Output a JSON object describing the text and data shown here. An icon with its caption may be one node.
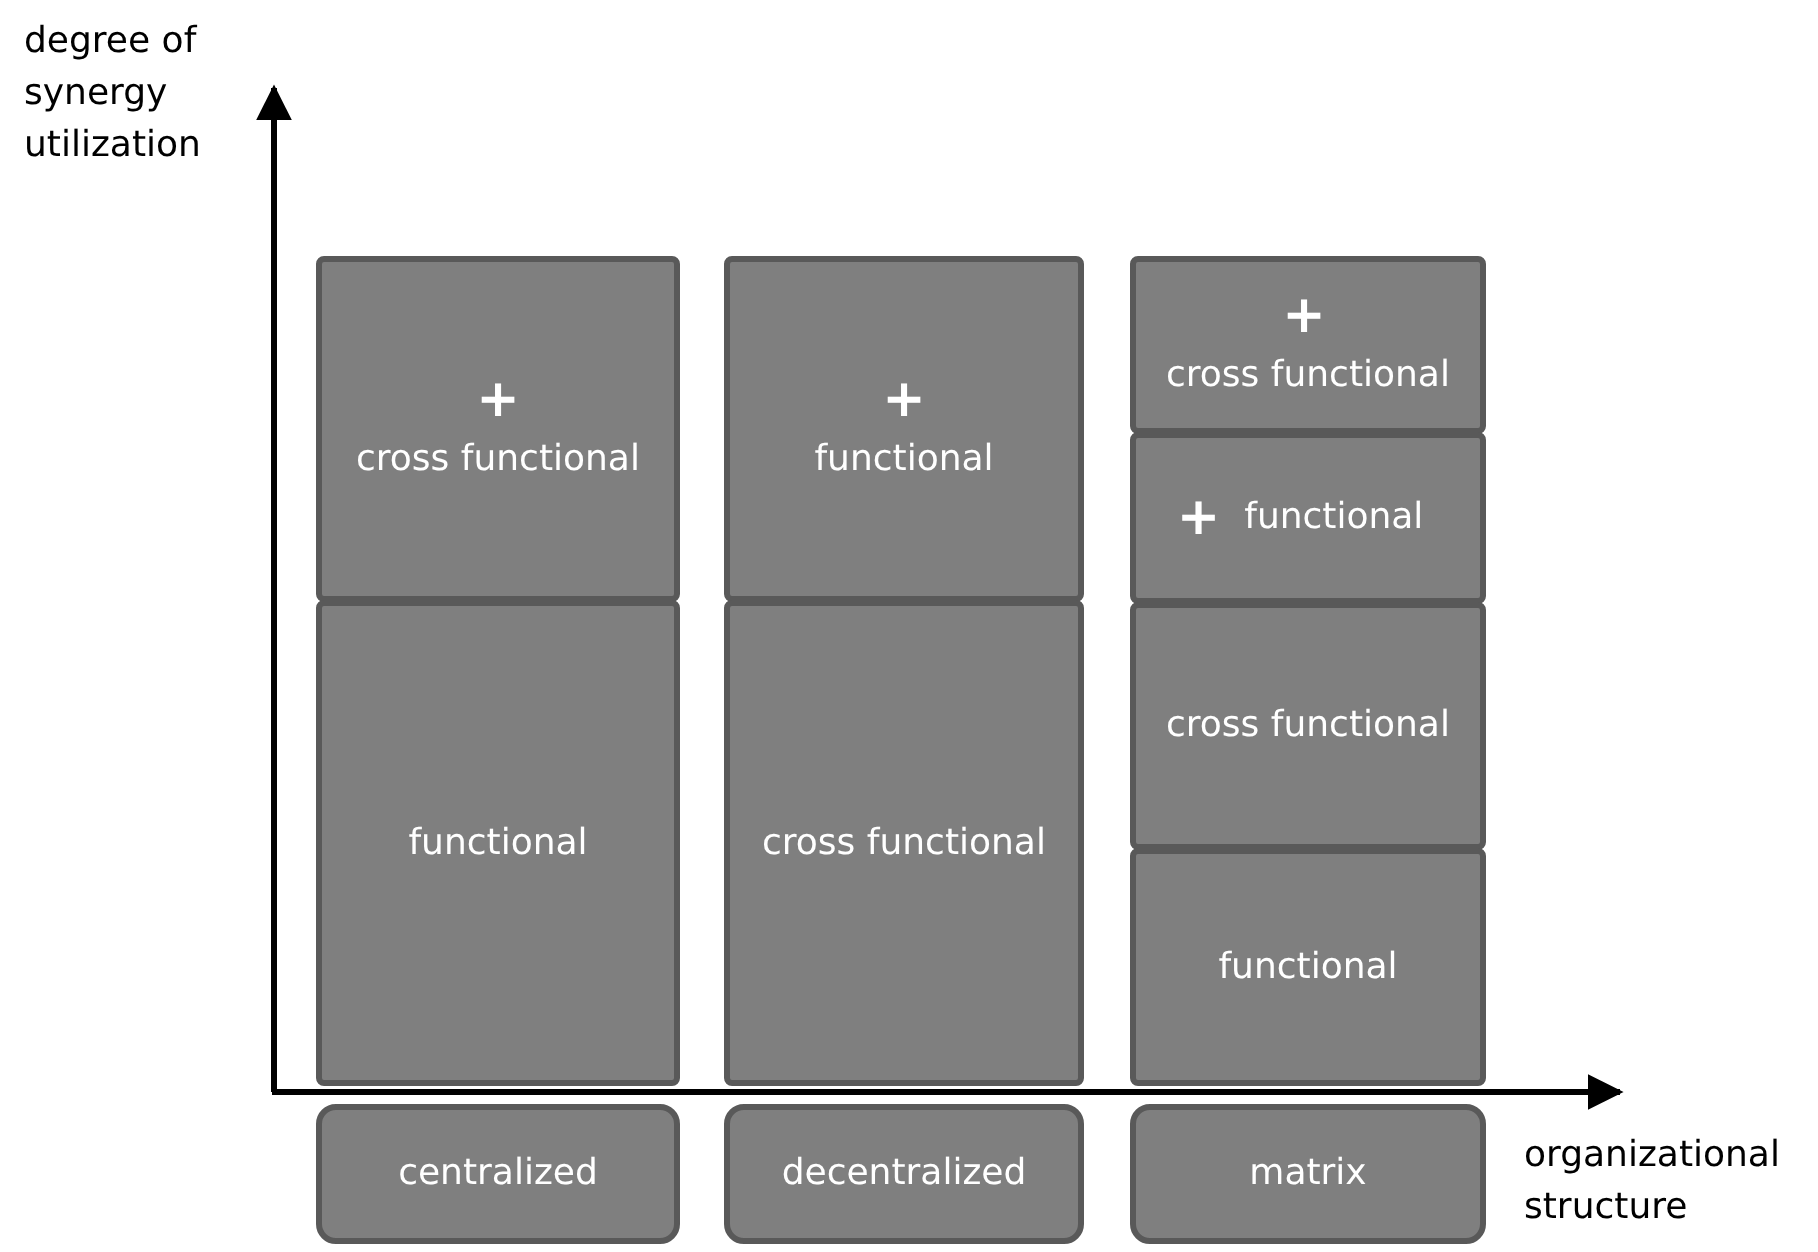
{
  "diagram": {
    "nodes": [
      {
        "text": [
          "+",
          "cross functional"
        ]
      },
      {
        "text": [
          "functional"
        ]
      },
      {
        "text": [
          "+",
          "functional"
        ]
      },
      {
        "text": [
          "cross functional"
        ]
      },
      {
        "text": [
          "+",
          "cross functional"
        ]
      },
      {
        "text": [
          "+",
          "functional"
        ]
      },
      {
        "text": [
          "cross functional"
        ]
      },
      {
        "text": [
          "functional"
        ]
      },
      {
        "text": [
          "centralized"
        ]
      },
      {
        "text": [
          "decentralized"
        ]
      },
      {
        "text": [
          "matrix"
        ]
      }
    ],
    "edges": [],
    "labels": [
      "degree of synergy utilization",
      "organizational structure"
    ]
  }
}
